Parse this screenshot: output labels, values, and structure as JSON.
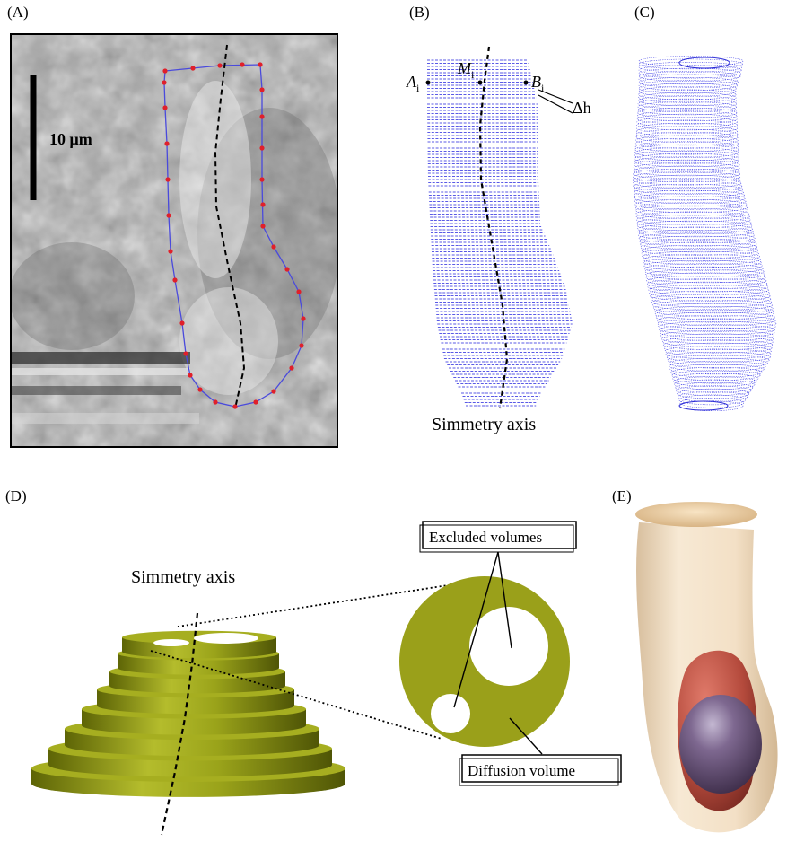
{
  "panels": {
    "a": {
      "label": "(A)",
      "scalebar": "10 μm"
    },
    "b": {
      "label": "(B)",
      "point_a": "A",
      "point_m": "M",
      "point_b": "B",
      "subscript": "i",
      "delta_h": "Δh",
      "axis_caption": "Simmetry axis"
    },
    "c": {
      "label": "(C)"
    },
    "d": {
      "label": "(D)",
      "axis_caption": "Simmetry axis",
      "excluded": "Excluded volumes",
      "diffusion": "Diffusion volume"
    },
    "e": {
      "label": "(E)"
    }
  },
  "colors": {
    "contour": "#4a4adc",
    "marker": "#e0202a",
    "slice_line": "#5a5ae6",
    "cell_fill": "#9aa01a",
    "membrane": "#f1dcc0",
    "organelle_red": "#b84a40",
    "organelle_purple": "#6a5478"
  }
}
